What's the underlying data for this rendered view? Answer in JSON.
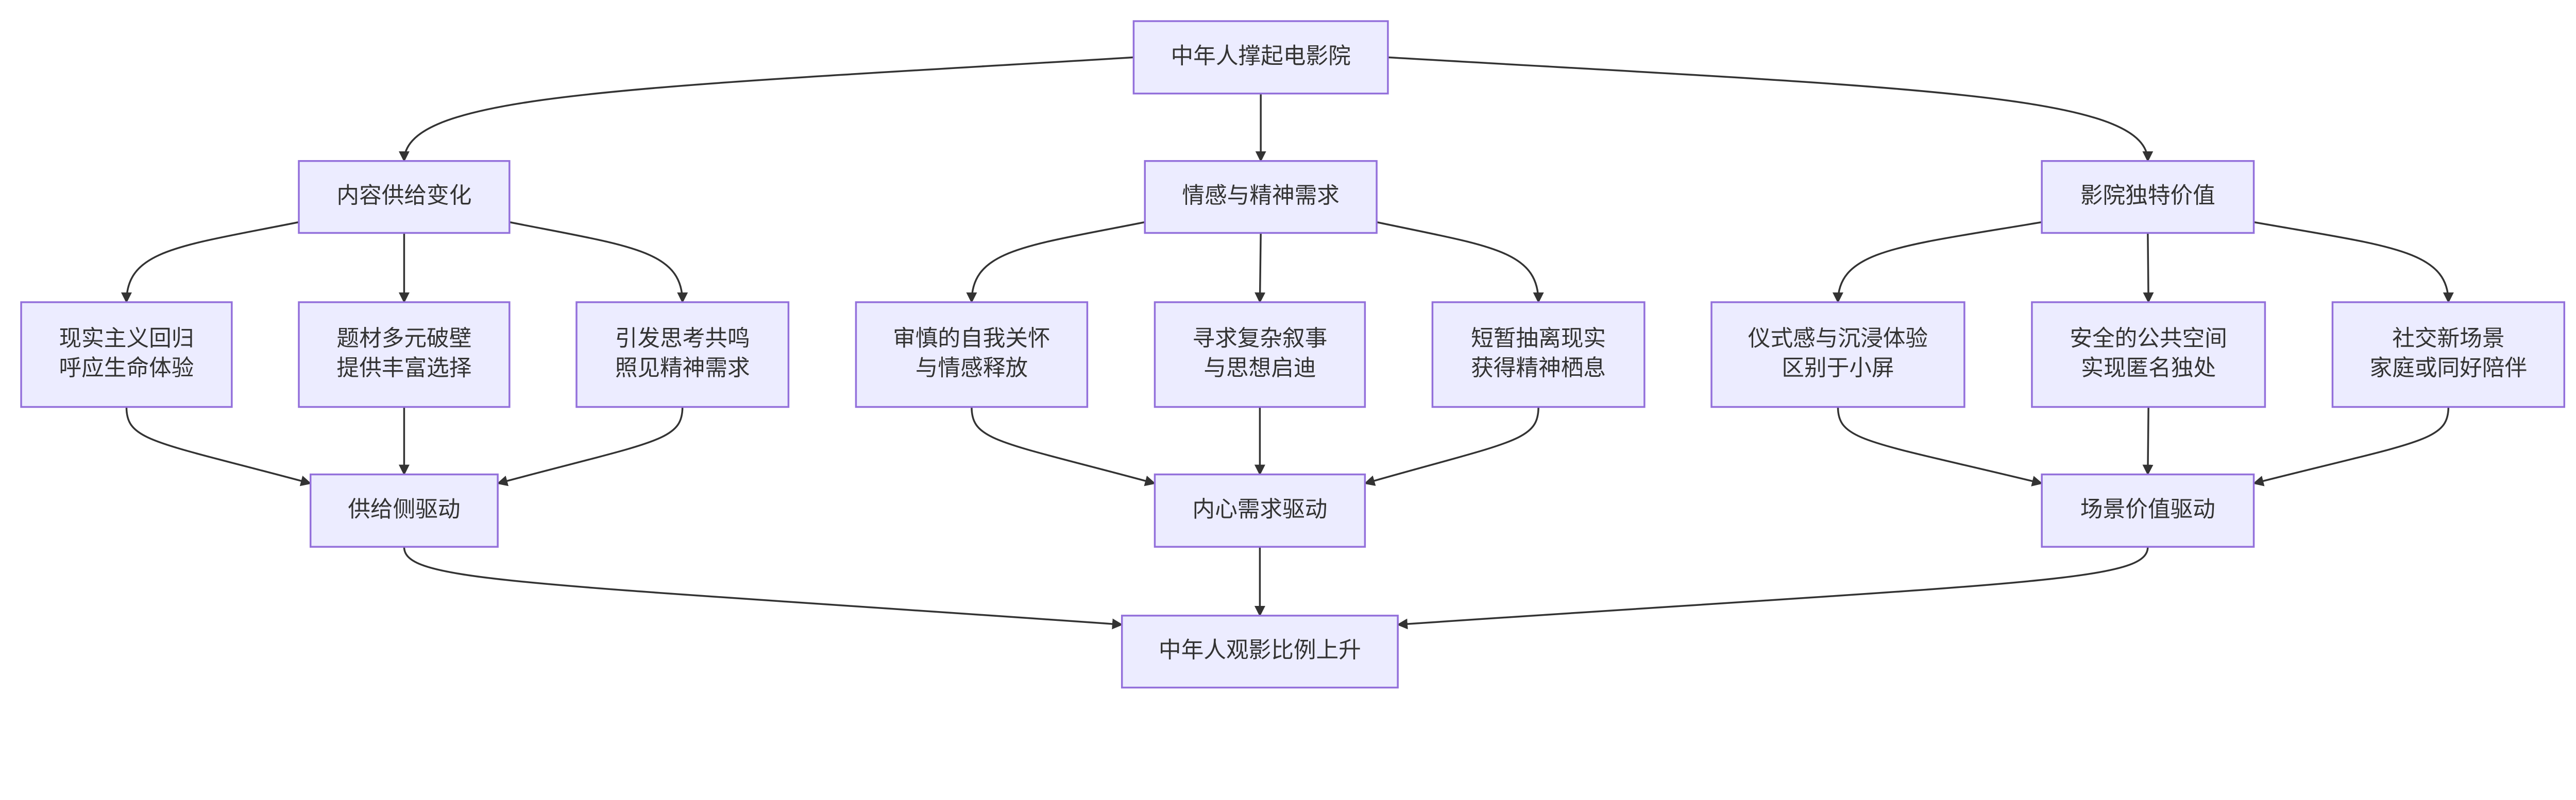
{
  "diagram": {
    "type": "flowchart",
    "colors": {
      "node_fill": "#ECECFF",
      "node_border": "#9370DB",
      "text": "#333333",
      "edge": "#333333"
    },
    "nodes": [
      {
        "id": "root",
        "lines": [
          "中年人撑起电影院"
        ]
      },
      {
        "id": "A",
        "lines": [
          "内容供给变化"
        ]
      },
      {
        "id": "B",
        "lines": [
          "情感与精神需求"
        ]
      },
      {
        "id": "C",
        "lines": [
          "影院独特价值"
        ]
      },
      {
        "id": "A1",
        "lines": [
          "现实主义回归",
          "呼应生命体验"
        ]
      },
      {
        "id": "A2",
        "lines": [
          "题材多元破壁",
          "提供丰富选择"
        ]
      },
      {
        "id": "A3",
        "lines": [
          "引发思考共鸣",
          "照见精神需求"
        ]
      },
      {
        "id": "B1",
        "lines": [
          "审慎的自我关怀",
          "与情感释放"
        ]
      },
      {
        "id": "B2",
        "lines": [
          "寻求复杂叙事",
          "与思想启迪"
        ]
      },
      {
        "id": "B3",
        "lines": [
          "短暂抽离现实",
          "获得精神栖息"
        ]
      },
      {
        "id": "C1",
        "lines": [
          "仪式感与沉浸体验",
          "区别于小屏"
        ]
      },
      {
        "id": "C2",
        "lines": [
          "安全的公共空间",
          "实现匿名独处"
        ]
      },
      {
        "id": "C3",
        "lines": [
          "社交新场景",
          "家庭或同好陪伴"
        ]
      },
      {
        "id": "AD",
        "lines": [
          "供给侧驱动"
        ]
      },
      {
        "id": "BD",
        "lines": [
          "内心需求驱动"
        ]
      },
      {
        "id": "CD",
        "lines": [
          "场景价值驱动"
        ]
      },
      {
        "id": "F",
        "lines": [
          "中年人观影比例上升"
        ]
      }
    ],
    "edges": [
      [
        "root",
        "A"
      ],
      [
        "root",
        "B"
      ],
      [
        "root",
        "C"
      ],
      [
        "A",
        "A1"
      ],
      [
        "A",
        "A2"
      ],
      [
        "A",
        "A3"
      ],
      [
        "B",
        "B1"
      ],
      [
        "B",
        "B2"
      ],
      [
        "B",
        "B3"
      ],
      [
        "C",
        "C1"
      ],
      [
        "C",
        "C2"
      ],
      [
        "C",
        "C3"
      ],
      [
        "A1",
        "AD"
      ],
      [
        "A2",
        "AD"
      ],
      [
        "A3",
        "AD"
      ],
      [
        "B1",
        "BD"
      ],
      [
        "B2",
        "BD"
      ],
      [
        "B3",
        "BD"
      ],
      [
        "C1",
        "CD"
      ],
      [
        "C2",
        "CD"
      ],
      [
        "C3",
        "CD"
      ],
      [
        "AD",
        "F"
      ],
      [
        "BD",
        "F"
      ],
      [
        "CD",
        "F"
      ]
    ]
  }
}
